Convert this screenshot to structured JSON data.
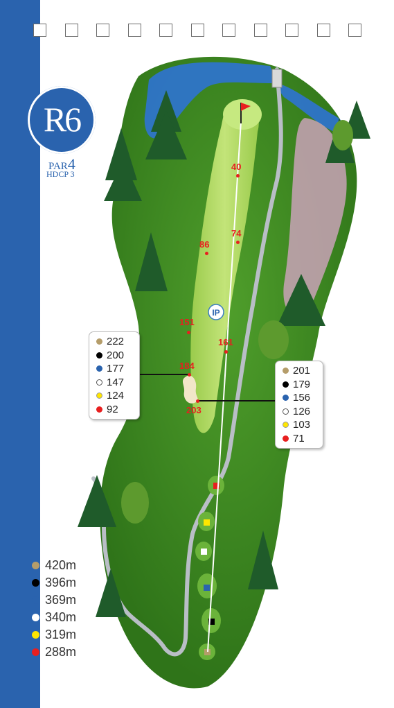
{
  "hole": {
    "label": "R6",
    "par_label": "PAR",
    "par": "4",
    "hdcp": "HDCP 3"
  },
  "scorecard_boxes": 11,
  "colors": {
    "stripe": "#2a63ae",
    "rough": "#3f8a22",
    "fairway": "#a9d65a",
    "green": "#b8e06e",
    "water": "#2e74c9",
    "cart_path": "#b9bec6",
    "yardage": "#e81f1f"
  },
  "callout_left": [
    {
      "color": "#b59d6a",
      "value": "222"
    },
    {
      "color": "#000000",
      "value": "200"
    },
    {
      "color": "#2a63ae",
      "value": "177"
    },
    {
      "color": "#ffffff",
      "value": "147"
    },
    {
      "color": "#ffe600",
      "value": "124"
    },
    {
      "color": "#e81f1f",
      "value": "92"
    }
  ],
  "callout_right": [
    {
      "color": "#b59d6a",
      "value": "201"
    },
    {
      "color": "#000000",
      "value": "179"
    },
    {
      "color": "#2a63ae",
      "value": "156"
    },
    {
      "color": "#ffffff",
      "value": "126"
    },
    {
      "color": "#ffe600",
      "value": "103"
    },
    {
      "color": "#e81f1f",
      "value": "71"
    }
  ],
  "tee_distances": [
    {
      "color": "#b59d6a",
      "value": "420m"
    },
    {
      "color": "#000000",
      "value": "396m"
    },
    {
      "color": "#2a63ae",
      "value": "369m"
    },
    {
      "color": "#ffffff",
      "value": "340m"
    },
    {
      "color": "#ffe600",
      "value": "319m"
    },
    {
      "color": "#e81f1f",
      "value": "288m"
    }
  ],
  "yardage_markers": [
    "40",
    "74",
    "86",
    "151",
    "161",
    "184",
    "203"
  ],
  "ip_label": "IP",
  "icons": [
    "flag-icon",
    "bunker-icon",
    "tree-icon",
    "tee-marker-icon"
  ]
}
